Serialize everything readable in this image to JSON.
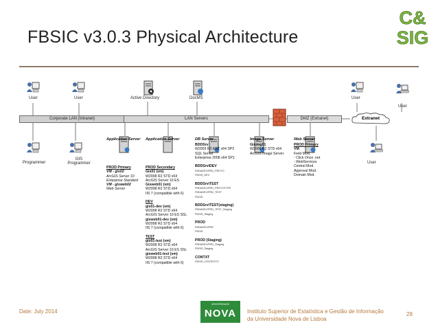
{
  "header": {
    "title": "FBSIC v3.0.3 Physical Architecture",
    "logo_top": "C&",
    "logo_bottom": "SIG",
    "logo_color": "#7cb342"
  },
  "network": {
    "segments": [
      "Corporate LAN (Intranet)",
      "LAN Servers",
      "DMZ (Extranet)"
    ],
    "extranet": "Extranet"
  },
  "top_nodes": {
    "user1": "User",
    "user2": "User",
    "active_directory": "Active Directory",
    "docms": "DocMS",
    "user3": "User",
    "user4": "User"
  },
  "bottom_nodes": {
    "programmer": "Programmer",
    "gis_programmer_1": "GIS",
    "gis_programmer_2": "Programmer",
    "user": "User"
  },
  "servers": {
    "app1": {
      "header": "Application Server",
      "lines": [
        {
          "t": "PROD Primary",
          "s": "ul"
        },
        {
          "t": "VM - gis02",
          "s": "bi"
        },
        {
          "t": "ArcGIS Server 10",
          "s": "i"
        },
        {
          "t": "Enterprise Standard",
          "s": "i"
        },
        {
          "t": "VM - gisweb02",
          "s": "bi"
        },
        {
          "t": "Web Server",
          "s": "i"
        }
      ]
    },
    "app2": {
      "header": "Application Server",
      "lines": [
        {
          "t": "PROD Secondary",
          "s": "ul"
        },
        {
          "t": "Gis01 (vm)",
          "s": "b"
        },
        {
          "t": "W2008 R2 STD x64",
          "s": ""
        },
        {
          "t": "ArcGIS Server 10 ES",
          "s": ""
        },
        {
          "t": "Gisweb01 (vm)",
          "s": "b"
        },
        {
          "t": "W2008 R2 STD x64",
          "s": ""
        },
        {
          "t": "IIS 7 (compatible with 6)",
          "s": ""
        },
        {
          "t": "",
          "s": ""
        },
        {
          "t": "DEV",
          "s": "ul"
        },
        {
          "t": "gis01-dev (vm)",
          "s": "b"
        },
        {
          "t": "W2008 R2 STD x64",
          "s": ""
        },
        {
          "t": "ArcGIS Server 10 ES SSL",
          "s": ""
        },
        {
          "t": "gisweb01-dev (vm)",
          "s": "b"
        },
        {
          "t": "W2008 R2 STD x64",
          "s": ""
        },
        {
          "t": "IIS 7 (compatible with 6)",
          "s": ""
        },
        {
          "t": "",
          "s": ""
        },
        {
          "t": "TEST",
          "s": "ul"
        },
        {
          "t": "gis01-test (vm)",
          "s": "b"
        },
        {
          "t": "W2008 R2 STD x64",
          "s": ""
        },
        {
          "t": "ArcGIS Server 10 ES SSL",
          "s": ""
        },
        {
          "t": "gisweb01-test (vm)",
          "s": "b"
        },
        {
          "t": "W2008 R2 STD x64",
          "s": ""
        },
        {
          "t": "IIS 7 (compatible with 6)",
          "s": ""
        }
      ]
    },
    "db": {
      "header": "DB Server",
      "lines": [
        {
          "t": "BDDSrv",
          "s": "b"
        },
        {
          "t": "W2003 R2 ENT x64 SP2",
          "s": ""
        },
        {
          "t": "SQL Server",
          "s": ""
        },
        {
          "t": "Enterprise 2008 x64 SP1",
          "s": ""
        },
        {
          "t": "",
          "s": ""
        },
        {
          "t": "BDDSrv\\DEV",
          "s": "b"
        },
        {
          "t": "FBDADEV\\PRD_PROTO",
          "s": "tiny"
        },
        {
          "t": "FBGIS_DEV",
          "s": "tiny"
        },
        {
          "t": "",
          "s": ""
        },
        {
          "t": "BDDSrv\\TEST",
          "s": "b"
        },
        {
          "t": "FBDADEV\\PRD_PROTOTYPE",
          "s": "tiny"
        },
        {
          "t": "FBDADEV\\PRD_TEST",
          "s": "tiny"
        },
        {
          "t": "FBGIS",
          "s": "tiny"
        },
        {
          "t": "",
          "s": ""
        },
        {
          "t": "BDDSrv\\TEST(staging)",
          "s": "b"
        },
        {
          "t": "FBDADEV\\PRD_TEST_Staging",
          "s": "tiny"
        },
        {
          "t": "FBGIS_Staging",
          "s": "tiny"
        },
        {
          "t": "",
          "s": ""
        },
        {
          "t": "PROD",
          "s": "b"
        },
        {
          "t": "FBDADEV\\PRD",
          "s": "tiny"
        },
        {
          "t": "FBGIS",
          "s": "tiny"
        },
        {
          "t": "",
          "s": ""
        },
        {
          "t": "PROD (Staging)",
          "s": "b"
        },
        {
          "t": "FBDADEV\\PRD_Staging",
          "s": "tiny"
        },
        {
          "t": "FBGIS_Staging",
          "s": "tiny"
        },
        {
          "t": "",
          "s": ""
        },
        {
          "t": "CONTXT",
          "s": "b"
        },
        {
          "t": "FBGIS_CONTEXTO",
          "s": "tiny"
        }
      ]
    },
    "image": {
      "header": "Image Server",
      "lines": [
        {
          "t": "Gisimg01",
          "s": "b"
        },
        {
          "t": "W2008 R2 STD x64",
          "s": ""
        },
        {
          "t": "ArcGIS Image Server",
          "s": ""
        }
      ]
    },
    "web": {
      "header": "Web Server",
      "lines": [
        {
          "t": "PROD Primary",
          "s": "ul"
        },
        {
          "t": "VM",
          "s": "b"
        },
        {
          "t": "Field Mod.",
          "s": ""
        },
        {
          "t": "- Click Once .net",
          "s": ""
        },
        {
          "t": "- WebServices",
          "s": ""
        },
        {
          "t": "Central Mod.",
          "s": ""
        },
        {
          "t": "Approval Mod.",
          "s": ""
        },
        {
          "t": "Domain Mod.",
          "s": ""
        }
      ]
    }
  },
  "footer": {
    "date": "Date: July 2014",
    "institute_1": "Instituto Superior de Estatística e Gestão de Informação",
    "institute_2": "da Universidade Nova de Lisboa",
    "logo_top": "UNIVERSIDADE",
    "logo_main": "NOVA",
    "page": "28"
  }
}
